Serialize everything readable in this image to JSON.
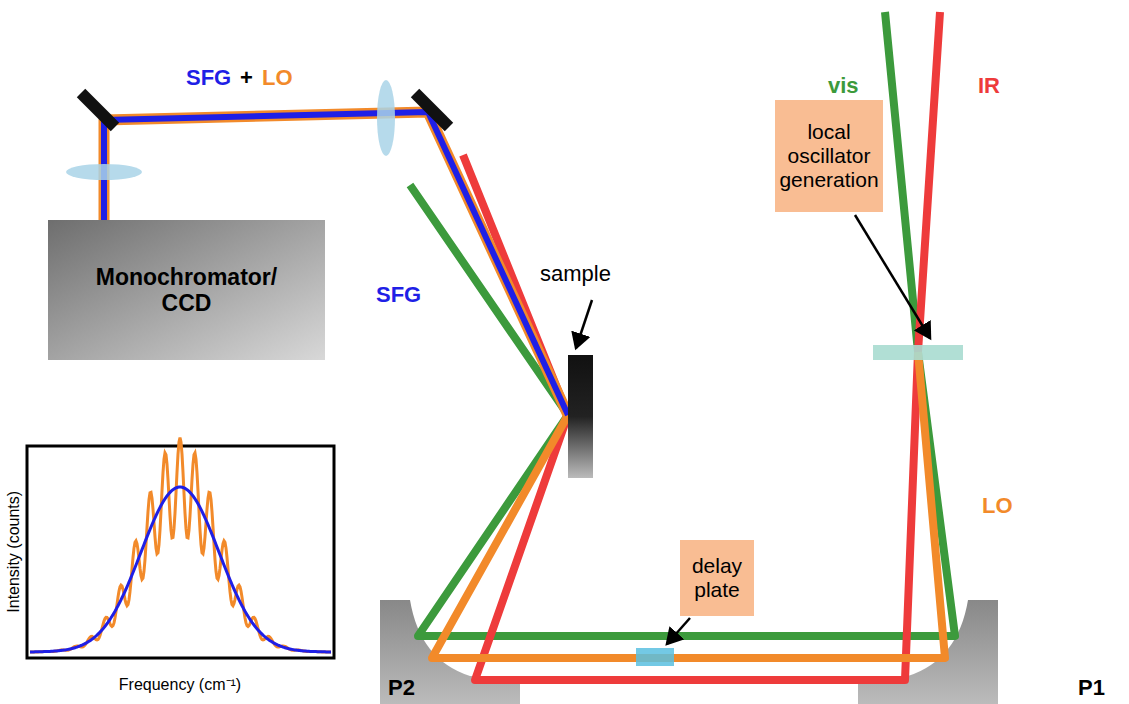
{
  "diagram": {
    "nodes": [
      {
        "text": [
          "Monochromator/ CCD"
        ]
      },
      {
        "text": [
          "local oscillator generation"
        ]
      },
      {
        "text": [
          "delay plate"
        ]
      }
    ],
    "labels": [
      "SFG",
      "+",
      "LO",
      "SFG",
      "sample",
      "vis",
      "IR",
      "LO",
      "P2",
      "P1",
      "Intensity (counts)",
      "Frequency (cm⁻¹)"
    ]
  }
}
